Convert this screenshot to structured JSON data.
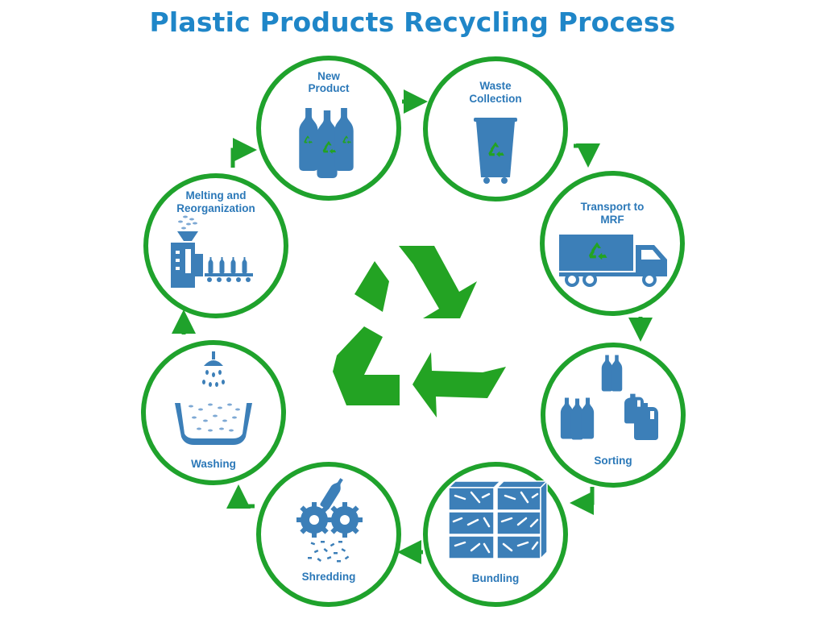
{
  "title": "Plastic Products Recycling Process",
  "colors": {
    "title": "#1f86c8",
    "ring": "#1fa22c",
    "icon": "#3c7fb8",
    "label": "#2b78b8",
    "recycle": "#23a323"
  },
  "center_icon": "recycle-icon",
  "steps": [
    {
      "id": "new-product",
      "label_lines": [
        "New",
        "Product"
      ],
      "icon": "bottles-icon"
    },
    {
      "id": "waste-collection",
      "label_lines": [
        "Waste",
        "Collection"
      ],
      "icon": "recycle-bin-icon"
    },
    {
      "id": "transport",
      "label_lines": [
        "Transport to",
        "MRF"
      ],
      "icon": "truck-icon"
    },
    {
      "id": "sorting",
      "label_lines": [
        "Sorting"
      ],
      "icon": "sorted-bottles-icon"
    },
    {
      "id": "bundling",
      "label_lines": [
        "Bundling"
      ],
      "icon": "bales-icon"
    },
    {
      "id": "shredding",
      "label_lines": [
        "Shredding"
      ],
      "icon": "shredder-icon"
    },
    {
      "id": "washing",
      "label_lines": [
        "Washing"
      ],
      "icon": "washing-tub-icon"
    },
    {
      "id": "melting",
      "label_lines": [
        "Melting and",
        "Reorganization"
      ],
      "icon": "production-line-icon"
    }
  ]
}
